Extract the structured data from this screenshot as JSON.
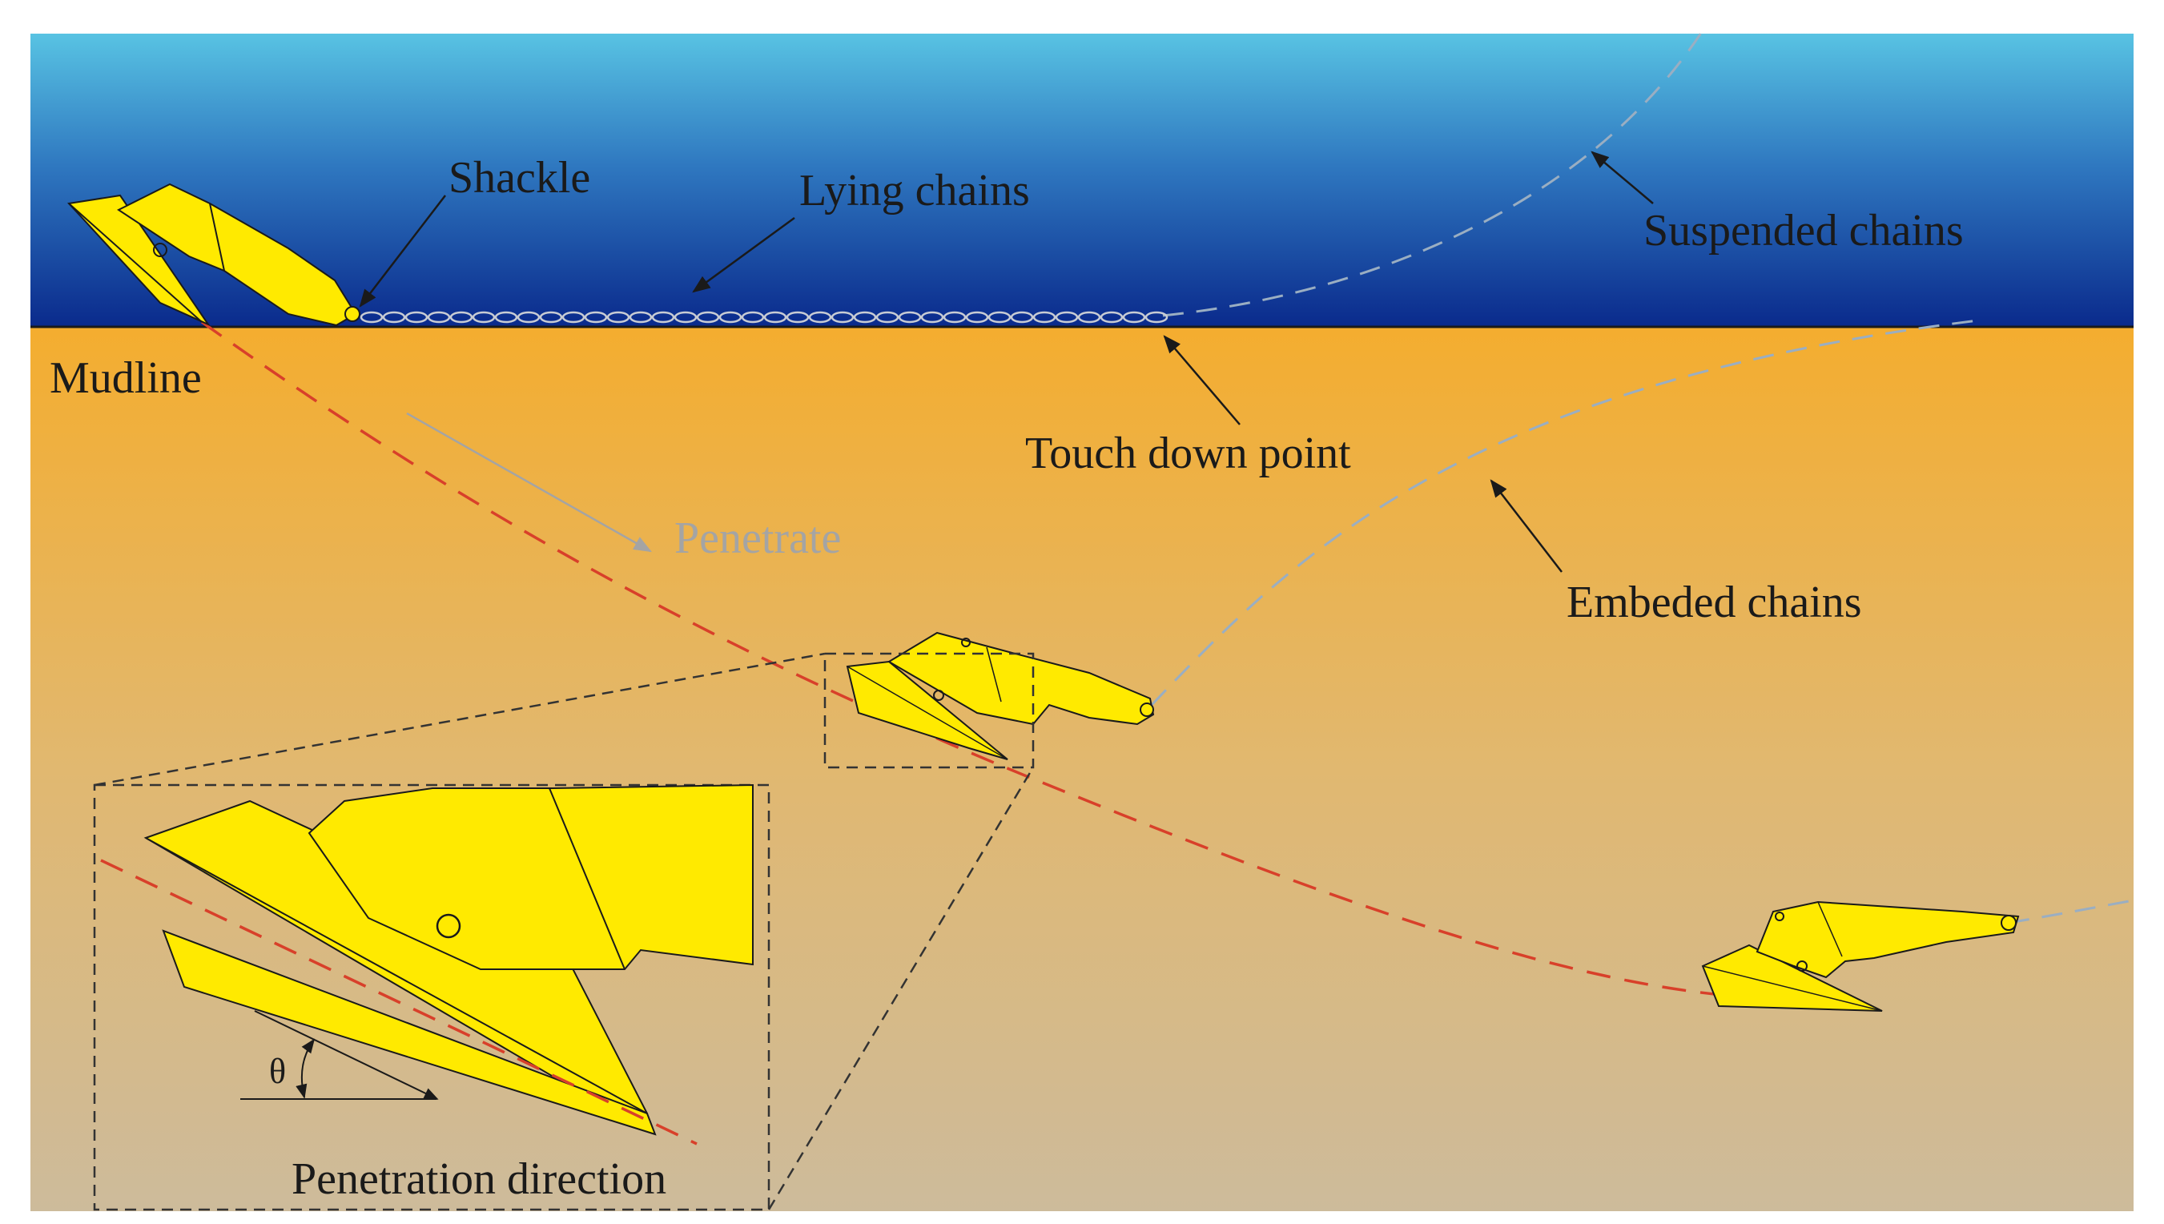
{
  "labels": {
    "shackle": "Shackle",
    "lying_chains": "Lying chains",
    "suspended_chains": "Suspended chains",
    "mudline": "Mudline",
    "touch_down_point": "Touch down point",
    "penetrate": "Penetrate",
    "embeded_chains": "Embeded chains",
    "theta": "θ",
    "penetration_direction": "Penetration direction"
  },
  "colors": {
    "sea_top": "#58c3e3",
    "sea_bottom": "#0a2a8c",
    "soil_top": "#f4ad2f",
    "soil_bottom": "#cdbb9b",
    "anchor_fill": "#ffea00",
    "trajectory": "#d8402a",
    "chain_line": "#9aaec2",
    "penetrate_text": "#a4a4a4",
    "text": "#1a1a1a"
  }
}
